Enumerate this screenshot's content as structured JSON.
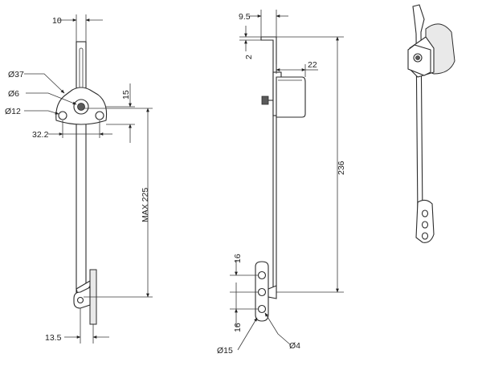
{
  "front_view": {
    "dims": {
      "top_width": "10",
      "plate_dia": "Ø37",
      "pivot_dia": "Ø6",
      "hole_dia": "Ø12",
      "plate_height": "15",
      "hole_spacing": "32.2",
      "max_length": "MAX  225",
      "foot_width": "13.5"
    }
  },
  "side_view": {
    "dims": {
      "top_offset": "9.5",
      "top_thickness": "2",
      "block_depth": "22",
      "overall_height": "236",
      "upper_spacing": "16",
      "lower_spacing": "16",
      "foot_dia": "Ø15",
      "foot_hole_dia": "Ø4"
    }
  },
  "colors": {
    "line": "#2b2b2b",
    "shade": "#e9e9e9"
  }
}
